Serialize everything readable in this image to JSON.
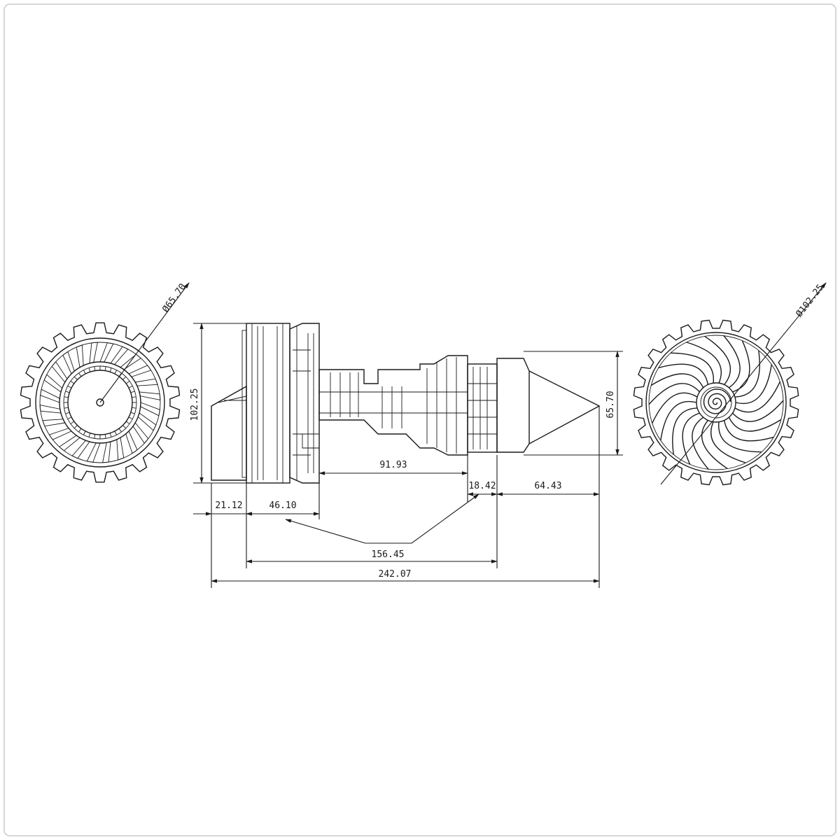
{
  "drawing": {
    "colors": {
      "line": "#1a1a1a",
      "background": "#ffffff",
      "border": "#c8c8c8"
    },
    "views": [
      "rear-view-exhaust",
      "side-view-engine",
      "front-view-fan"
    ],
    "dimensions": {
      "rear_diameter": "Ø65.70",
      "front_diameter": "Ø102.25",
      "overall_height": "102.25",
      "exhaust_height": "65.70",
      "nose_length": "21.12",
      "fan_section_length": "46.10",
      "core_length": "91.93",
      "turbine_length": "18.42",
      "tailcone_length": "64.43",
      "body_length": "156.45",
      "overall_length": "242.07"
    }
  }
}
